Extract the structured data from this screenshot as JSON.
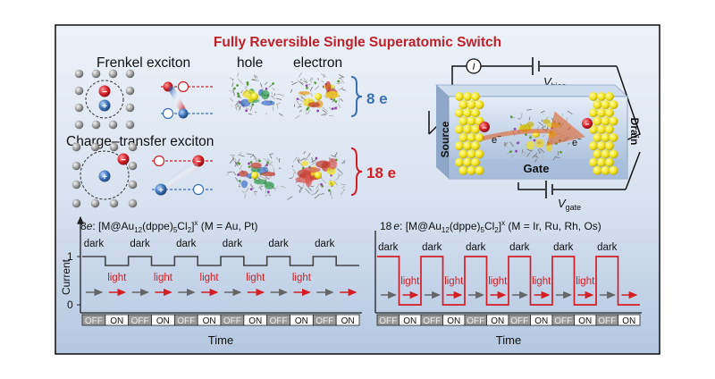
{
  "figure": {
    "title": "Fully Reversible Single Superatomic Switch",
    "colors": {
      "title": "#c0202a",
      "frame": "#1a1a1a",
      "panel_top": "#eaf0f8",
      "panel_bottom": "#b9cbe3",
      "blue": "#3a6fb5",
      "red": "#d21f26",
      "gold": "#f0e11c",
      "gray_trace": "#555555"
    }
  },
  "top": {
    "frenkel_label": "Frenkel exciton",
    "ct_label": "Charge–transfer exciton",
    "hole_label": "hole",
    "electron_label": "electron",
    "frenkel_count": "8 e",
    "ct_count": "18 e",
    "plus_sign": "+",
    "minus_sign": "−"
  },
  "device": {
    "current_symbol": "I",
    "vbias_main": "V",
    "vbias_sub": "bias",
    "vgate_main": "V",
    "vgate_sub": "gate",
    "source_label": "Source",
    "drain_label": "Drain",
    "gate_label": "Gate",
    "electron_label": "e",
    "electron_sup": "−"
  },
  "plots": {
    "left": {
      "caption_pre": "8",
      "caption_e": "e",
      "caption_formula_a": ": [M@Au",
      "caption_sub1": "12",
      "caption_formula_b": "(dppe)",
      "caption_sub2": "5",
      "caption_formula_c": "Cl",
      "caption_sub3": "2",
      "caption_formula_d": "]",
      "caption_sup": "x",
      "caption_tail": " (M = Au, Pt)",
      "ylabel": "Current",
      "xlabel": "Time",
      "ytick_1": "1",
      "ytick_0": "0",
      "dark_labels": [
        "dark",
        "dark",
        "dark",
        "dark",
        "dark",
        "dark"
      ],
      "light_labels": [
        "light",
        "light",
        "light",
        "light",
        "light"
      ],
      "switch_states": [
        "OFF",
        "ON",
        "OFF",
        "ON",
        "OFF",
        "ON",
        "OFF",
        "ON",
        "OFF",
        "ON",
        "OFF",
        "ON"
      ]
    },
    "right": {
      "caption_pre": "18",
      "caption_e": "e",
      "caption_formula_a": ": [M@Au",
      "caption_sub1": "12",
      "caption_formula_b": "(dppe)",
      "caption_sub2": "5",
      "caption_formula_c": "Cl",
      "caption_sub3": "2",
      "caption_formula_d": "]",
      "caption_sup": "x",
      "caption_tail": " (M = Ir, Ru, Rh, Os)",
      "xlabel": "Time",
      "dark_labels": [
        "dark",
        "dark",
        "dark",
        "dark",
        "dark",
        "dark"
      ],
      "light_labels": [
        "light",
        "light",
        "light",
        "light",
        "light"
      ],
      "switch_states": [
        "OFF",
        "ON",
        "OFF",
        "ON",
        "OFF",
        "ON",
        "OFF",
        "ON",
        "OFF",
        "ON",
        "OFF",
        "ON"
      ]
    }
  }
}
